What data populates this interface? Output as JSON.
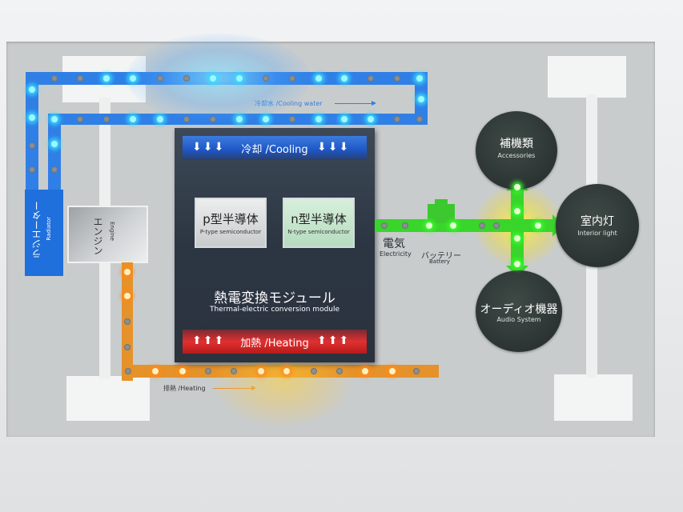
{
  "colors": {
    "cooling": "#2f7fe6",
    "heating": "#e5922a",
    "electricity": "#39d52b",
    "module": "#2c3643",
    "node": "#2b3432"
  },
  "cooling_water": {
    "label": "冷却水 /Cooling water"
  },
  "exhaust": {
    "label": "排熱 /Heating"
  },
  "radiator": {
    "jp": "ラジエーター",
    "en": "Radiator"
  },
  "engine": {
    "jp": "エンジン",
    "en": "Engine"
  },
  "module": {
    "cooling_label": "冷却 /Cooling",
    "heating_label": "加熱 /Heating",
    "p_type": {
      "jp": "p型半導体",
      "en": "P-type semiconductor"
    },
    "n_type": {
      "jp": "n型半導体",
      "en": "N-type semiconductor"
    },
    "title_jp": "熱電変換モジュール",
    "title_en": "Thermal-electric conversion module"
  },
  "electricity": {
    "jp": "電気",
    "en": "Electricity"
  },
  "battery": {
    "jp": "バッテリー",
    "en": "Battery"
  },
  "nodes": {
    "accessories": {
      "jp": "補機類",
      "en": "Accessories"
    },
    "interior_light": {
      "jp": "室内灯",
      "en": "Interior light"
    },
    "audio": {
      "jp": "オーディオ機器",
      "en": "Audio System"
    }
  }
}
